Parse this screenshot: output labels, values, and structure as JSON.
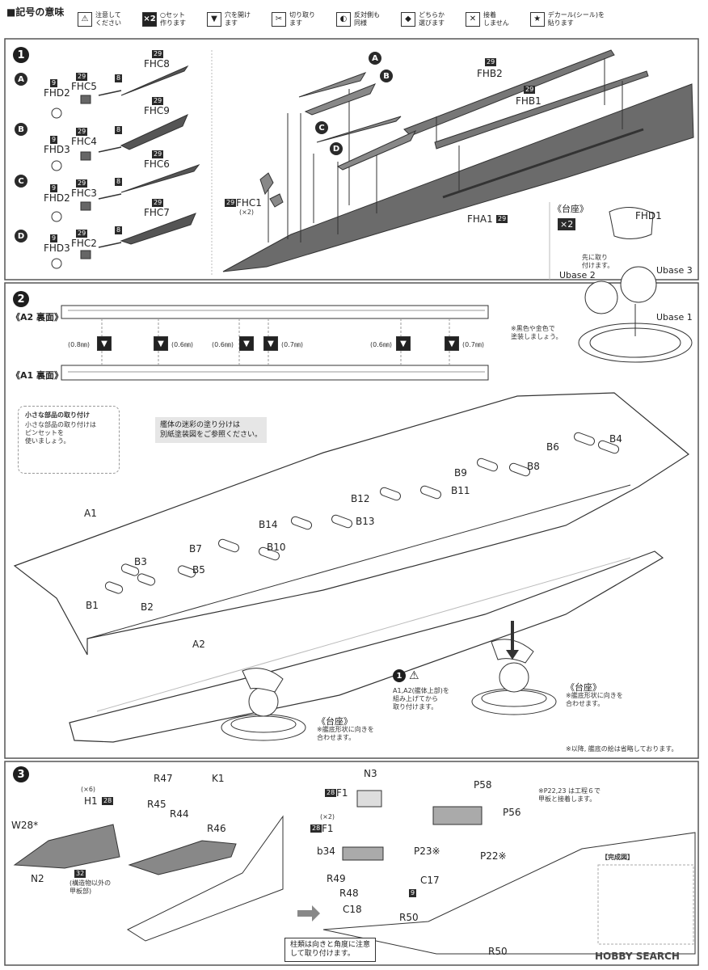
{
  "legend": {
    "title": "■記号の意味",
    "items": [
      {
        "icon": "warning-icon",
        "text": "注意して\nください"
      },
      {
        "icon": "multiply-icon",
        "glyph": "×2",
        "text": "○セット\n作ります"
      },
      {
        "icon": "drill-icon",
        "text": "穴を開け\nます"
      },
      {
        "icon": "cut-icon",
        "text": "切り取り\nます"
      },
      {
        "icon": "mirror-icon",
        "text": "反対側も\n同様"
      },
      {
        "icon": "choose-icon",
        "text": "どちらか\n選びます"
      },
      {
        "icon": "no-glue-icon",
        "text": "接着\nしません"
      },
      {
        "icon": "decal-icon",
        "text": "デカール(シール)を\n貼ります"
      }
    ]
  },
  "step1": {
    "number": "1",
    "variants": [
      {
        "letter": "A",
        "parts": [
          {
            "code": "9",
            "name": "FHD2"
          },
          {
            "code": "29",
            "name": "FHC5"
          },
          {
            "code": "8",
            "name": ""
          },
          {
            "code": "29",
            "name": "FHC8"
          }
        ]
      },
      {
        "letter": "B",
        "parts": [
          {
            "code": "9",
            "name": "FHD3"
          },
          {
            "code": "29",
            "name": "FHC4"
          },
          {
            "code": "8",
            "name": ""
          },
          {
            "code": "29",
            "name": "FHC9"
          }
        ]
      },
      {
        "letter": "C",
        "parts": [
          {
            "code": "9",
            "name": "FHD2"
          },
          {
            "code": "29",
            "name": "FHC3"
          },
          {
            "code": "8",
            "name": ""
          },
          {
            "code": "29",
            "name": "FHC6"
          }
        ]
      },
      {
        "letter": "D",
        "parts": [
          {
            "code": "9",
            "name": "FHD3"
          },
          {
            "code": "29",
            "name": "FHC2"
          },
          {
            "code": "8",
            "name": ""
          },
          {
            "code": "29",
            "name": "FHC7"
          }
        ]
      }
    ],
    "hull_parts": {
      "fhb2": {
        "code": "29",
        "name": "FHB2"
      },
      "fhb1": {
        "code": "29",
        "name": "FHB1"
      },
      "fha1": {
        "name": "FHA1",
        "code": "29"
      },
      "fhc1": {
        "code": "29",
        "name": "FHC1",
        "qty": "(×2)"
      }
    },
    "stand": {
      "title": "《台座》",
      "mult": "×2",
      "fhd1": "FHD1",
      "note": "先に取り\n付けます。",
      "ubase2": "Ubase 2",
      "ubase3": "Ubase 3",
      "ubase1": "Ubase 1",
      "paint": "※黒色や金色で\n塗装しましょう。"
    }
  },
  "step2": {
    "number": "2",
    "a2_label": "《A2 裏面》",
    "a1_label": "《A1 裏面》",
    "holes": [
      "(0.8㎜)",
      "(0.6㎜)",
      "(0.6㎜)",
      "(0.7㎜)",
      "(0.6㎜)",
      "(0.7㎜)"
    ],
    "tip_title": "小さな部品の取り付け",
    "tip_text": "小さな部品の取り付けは\nピンセットを\n使いましょう。",
    "paint_note": "艦体の迷彩の塗り分けは\n別紙塗装図をご参照ください。",
    "parts": [
      "A1",
      "A2",
      "B1",
      "B2",
      "B3",
      "B4",
      "B5",
      "B6",
      "B7",
      "B8",
      "B9",
      "B10",
      "B11",
      "B12",
      "B13",
      "B14"
    ],
    "assembly_note": "A1,A2(艦体上部)を\n組み上げてから\n取り付けます。",
    "stand_title_1": "《台座》",
    "stand_note_1": "※艦底形状に向きを\n合わせます。",
    "stand_title_2": "《台座》",
    "stand_note_2": "※艦底形状に向きを\n合わせます。",
    "footnote": "※以降, 艦底の絵は省略しております。"
  },
  "step3": {
    "number": "3",
    "parts": {
      "w28": "W28*",
      "h1": "H1",
      "h1_qty": "(×6)",
      "h1_code": "28",
      "n2": "N2",
      "n2_code": "32",
      "n2_note": "(構造物以外の\n甲板部)",
      "r47": "R47",
      "k1": "K1",
      "r45": "R45",
      "r44": "R44",
      "r46": "R46",
      "n3": "N3",
      "f1a": "F1",
      "f1a_code": "28",
      "f1b": "F1",
      "f1b_code": "28",
      "f1b_qty": "(×2)",
      "b34": "b34",
      "r49": "R49",
      "r48": "R48",
      "c18": "C18",
      "p58": "P58",
      "p56": "P56",
      "p23": "P23※",
      "p22": "P22※",
      "c17": "C17",
      "c17_code": "9",
      "r50a": "R50",
      "r50b": "R50"
    },
    "note": "※P22,23 は工程６で\n甲板と接着します。",
    "complete": "【完成図】",
    "warning": "柱類は向きと角度に注意\nして取り付けます。"
  },
  "watermark": "HOBBY SEARCH"
}
